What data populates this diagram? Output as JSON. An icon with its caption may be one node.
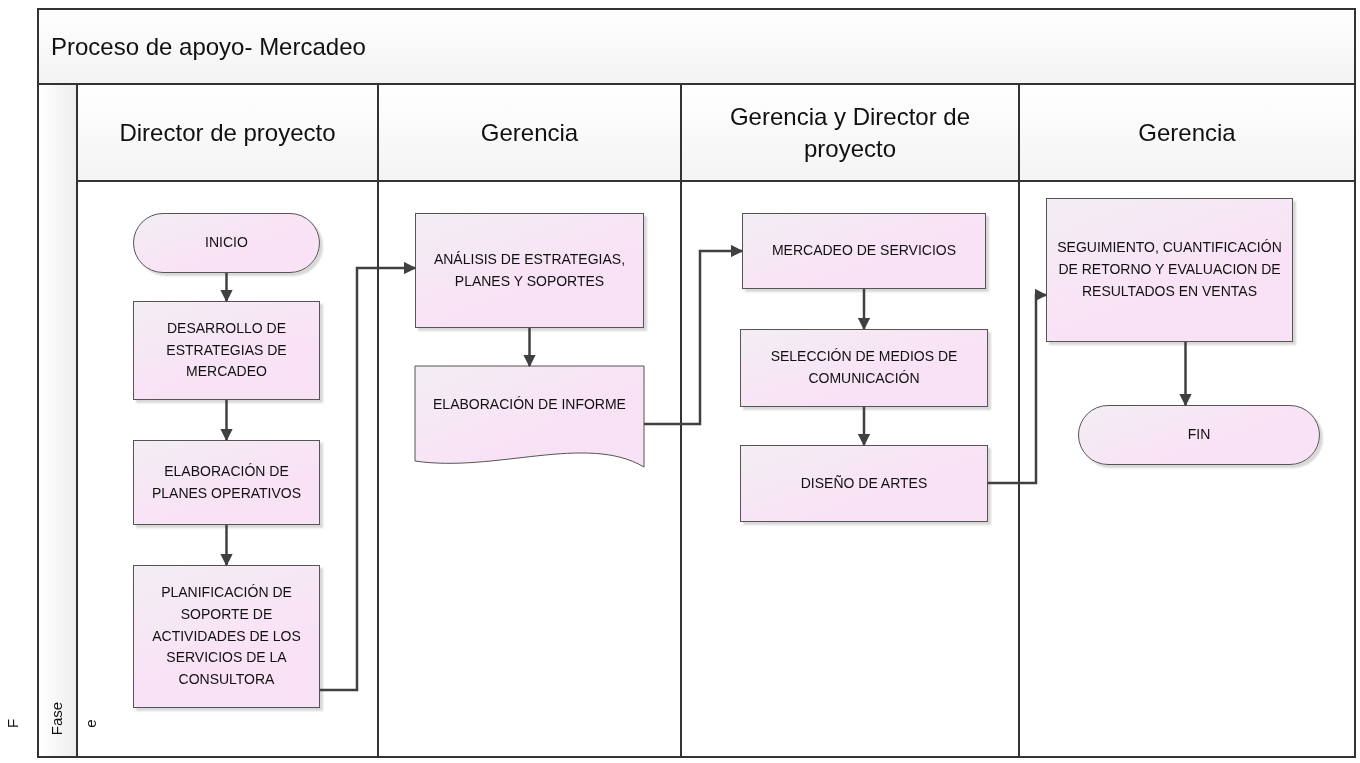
{
  "diagram": {
    "nodes": [
      {
        "text": [
          "Proceso de apoyo- Mercadeo"
        ]
      },
      {
        "text": [
          "Director de proyecto"
        ],
        "in": 0
      },
      {
        "text": [
          "Gerencia"
        ],
        "in": 0
      },
      {
        "text": [
          "Gerencia y Director de proyecto"
        ],
        "in": 0
      },
      {
        "text": [
          "Gerencia"
        ],
        "in": 0
      },
      {
        "text": [
          "INICIO"
        ],
        "in": 1
      },
      {
        "text": [
          "DESARROLLO DE ESTRATEGIAS DE MERCADEO"
        ],
        "in": 1
      },
      {
        "text": [
          "ELABORACIÓN DE PLANES OPERATIVOS"
        ],
        "in": 1
      },
      {
        "text": [
          "PLANIFICACIÓN DE SOPORTE DE ACTIVIDADES DE LOS SERVICIOS DE LA CONSULTORA"
        ],
        "in": 1
      },
      {
        "text": [
          "ANÁLISIS DE ESTRATEGIAS, PLANES Y SOPORTES"
        ],
        "in": 2
      },
      {
        "text": [
          "ELABORACIÓN DE INFORME"
        ],
        "in": 2
      },
      {
        "text": [
          "MERCADEO DE SERVICIOS"
        ],
        "in": 3
      },
      {
        "text": [
          "SELECCIÓN DE MEDIOS DE COMUNICACIÓN"
        ],
        "in": 3
      },
      {
        "text": [
          "DISEÑO DE ARTES"
        ],
        "in": 3
      },
      {
        "text": [
          "SEGUIMIENTO, CUANTIFICACIÓN DE RETORNO Y EVALUACION DE RESULTADOS EN VENTAS"
        ],
        "in": 4
      },
      {
        "text": [
          "FIN"
        ],
        "in": 4
      }
    ],
    "edges": [
      {
        "from": 5,
        "to": 6,
        "arrow": "to"
      },
      {
        "from": 6,
        "to": 7,
        "arrow": "to"
      },
      {
        "from": 7,
        "to": 8,
        "arrow": "to"
      },
      {
        "from": 8,
        "to": 9,
        "arrow": "to"
      },
      {
        "from": 9,
        "to": 10,
        "arrow": "to"
      },
      {
        "from": 10,
        "to": 11,
        "arrow": "to"
      },
      {
        "from": 11,
        "to": 12,
        "arrow": "to"
      },
      {
        "from": 12,
        "to": 13,
        "arrow": "to"
      },
      {
        "from": 13,
        "to": 14,
        "arrow": "to"
      },
      {
        "from": 14,
        "to": 15,
        "arrow": "to"
      }
    ],
    "labels": [
      "F",
      "Fase",
      "e"
    ]
  }
}
